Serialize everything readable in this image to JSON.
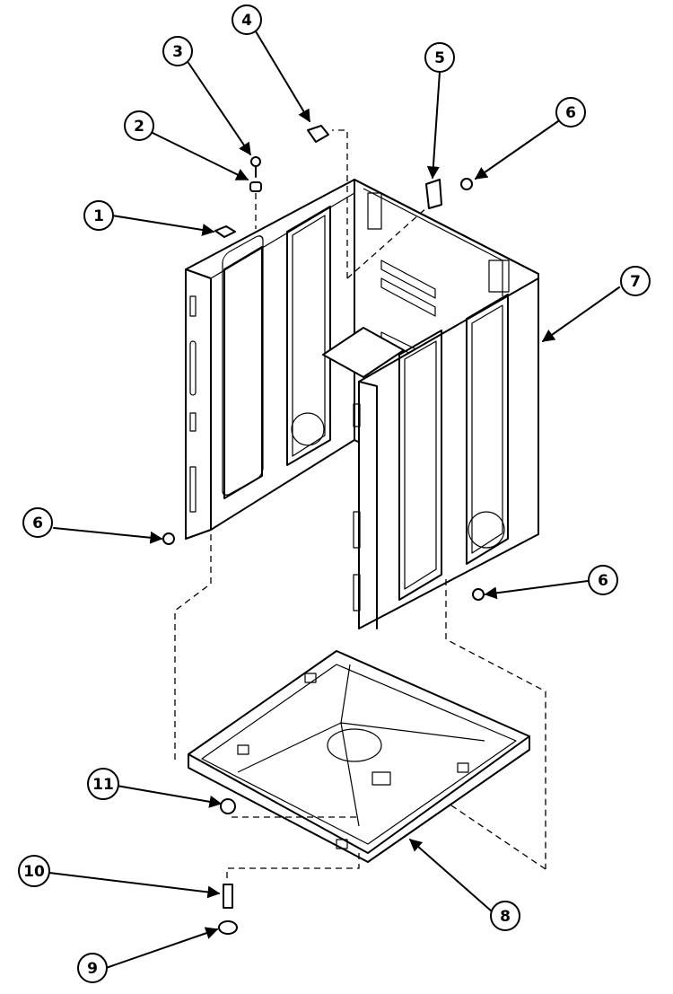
{
  "callouts": [
    {
      "id": "c1",
      "label": "1"
    },
    {
      "id": "c2",
      "label": "2"
    },
    {
      "id": "c3",
      "label": "3"
    },
    {
      "id": "c4",
      "label": "4"
    },
    {
      "id": "c5",
      "label": "5"
    },
    {
      "id": "c6a",
      "label": "6"
    },
    {
      "id": "c6b",
      "label": "6"
    },
    {
      "id": "c6c",
      "label": "6"
    },
    {
      "id": "c7",
      "label": "7"
    },
    {
      "id": "c8",
      "label": "8"
    },
    {
      "id": "c9",
      "label": "9"
    },
    {
      "id": "c10",
      "label": "10"
    },
    {
      "id": "c11",
      "label": "11"
    }
  ]
}
